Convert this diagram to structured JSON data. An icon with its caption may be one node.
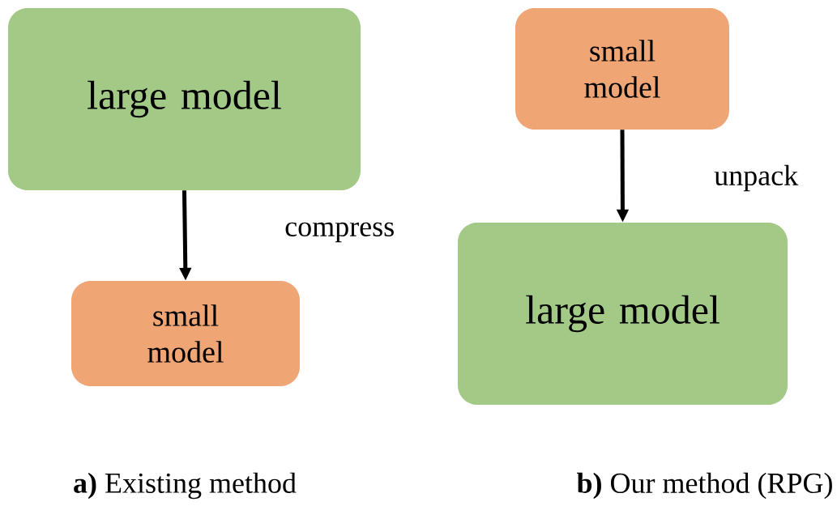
{
  "diagram": {
    "nodes": [
      {
        "text": [
          "large model"
        ]
      },
      {
        "text": [
          "small model"
        ]
      },
      {
        "text": [
          "small model"
        ]
      },
      {
        "text": [
          "large model"
        ]
      }
    ],
    "edges": [
      {
        "from": 0,
        "to": 1,
        "arrow": "to",
        "label": "compress"
      },
      {
        "from": 2,
        "to": 3,
        "arrow": "to",
        "label": "unpack"
      }
    ],
    "labels": [
      "**a)** Existing method",
      "**b)** Our method (RPG)"
    ]
  }
}
